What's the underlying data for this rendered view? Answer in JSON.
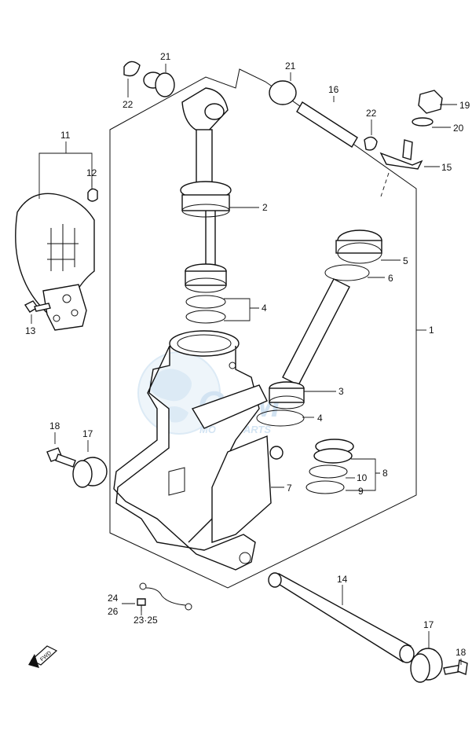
{
  "diagram": {
    "watermark": {
      "brand": "GEM",
      "subtitle": "MOTORPARTS"
    },
    "fwd_label": "FWD",
    "callouts": [
      {
        "id": "1",
        "text": "1"
      },
      {
        "id": "2",
        "text": "2"
      },
      {
        "id": "3",
        "text": "3"
      },
      {
        "id": "4a",
        "text": "4"
      },
      {
        "id": "4b",
        "text": "4"
      },
      {
        "id": "5",
        "text": "5"
      },
      {
        "id": "6",
        "text": "6"
      },
      {
        "id": "7",
        "text": "7"
      },
      {
        "id": "8",
        "text": "8"
      },
      {
        "id": "9",
        "text": "9"
      },
      {
        "id": "10",
        "text": "10"
      },
      {
        "id": "11",
        "text": "11"
      },
      {
        "id": "12",
        "text": "12"
      },
      {
        "id": "13",
        "text": "13"
      },
      {
        "id": "14",
        "text": "14"
      },
      {
        "id": "15",
        "text": "15"
      },
      {
        "id": "16",
        "text": "16"
      },
      {
        "id": "17a",
        "text": "17"
      },
      {
        "id": "17b",
        "text": "17"
      },
      {
        "id": "18a",
        "text": "18"
      },
      {
        "id": "18b",
        "text": "18"
      },
      {
        "id": "19",
        "text": "19"
      },
      {
        "id": "20",
        "text": "20"
      },
      {
        "id": "21a",
        "text": "21"
      },
      {
        "id": "21b",
        "text": "21"
      },
      {
        "id": "22a",
        "text": "22"
      },
      {
        "id": "22b",
        "text": "22"
      },
      {
        "id": "23_25",
        "text": "23·25"
      },
      {
        "id": "24",
        "text": "24"
      },
      {
        "id": "26",
        "text": "26"
      }
    ]
  }
}
